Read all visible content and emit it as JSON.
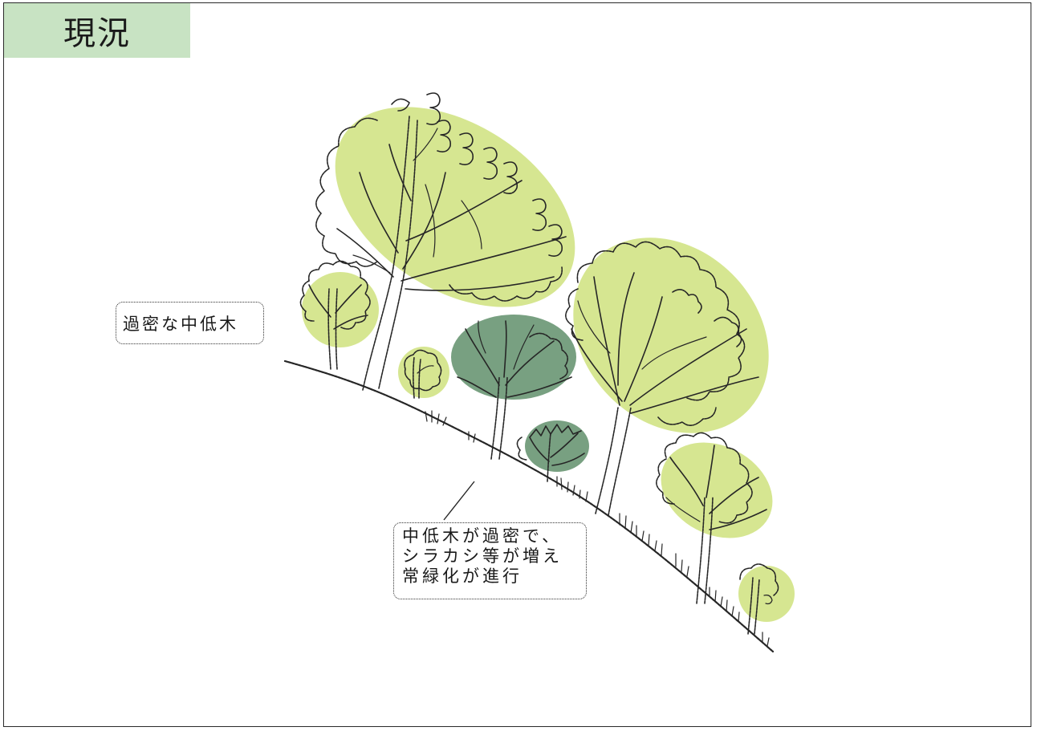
{
  "title": "現況",
  "labels": {
    "dense_shrubs": "過密な中低木",
    "evergreen_note": [
      "中低木が過密で、",
      "シラカシ等が増え",
      "常緑化が進行"
    ]
  },
  "colors": {
    "title_bg": "#c8e3c3",
    "canopy_light": "#d6e691",
    "canopy_dark": "#78a081",
    "sketch": "#262626"
  }
}
